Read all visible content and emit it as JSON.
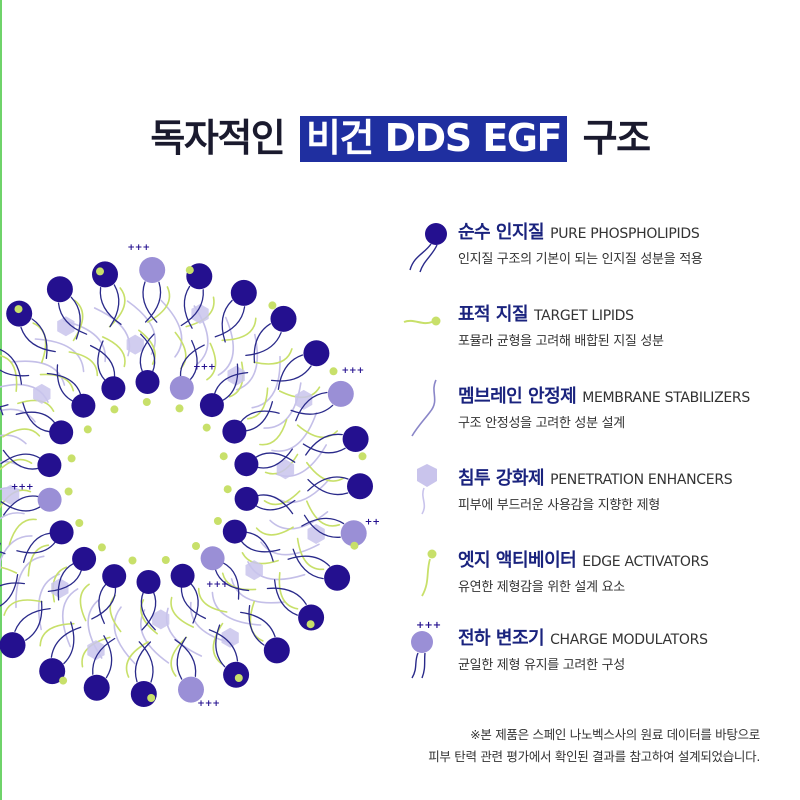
{
  "title": {
    "part1": "독자적인",
    "highlight": "비건 DDS EGF",
    "part2": "구조"
  },
  "colors": {
    "dark_purple": "#24108f",
    "light_purple": "#9a8fd6",
    "lavender": "#c9c4ec",
    "yellow_green": "#c8e06a",
    "title_dark": "#1a1a2e",
    "highlight_bg": "#1f2fa0"
  },
  "legend": [
    {
      "icon": "pure-phospholipid-icon",
      "name_ko": "순수 인지질",
      "name_en": "PURE PHOSPHOLIPIDS",
      "desc": "인지질 구조의 기본이 되는 인지질 성분을 적용"
    },
    {
      "icon": "target-lipid-icon",
      "name_ko": "표적 지질",
      "name_en": "TARGET LIPIDS",
      "desc": "포뮬라 균형을 고려해 배합된 지질 성분"
    },
    {
      "icon": "membrane-stabilizer-icon",
      "name_ko": "멤브레인 안정제",
      "name_en": "MEMBRANE STABILIZERS",
      "desc": "구조 안정성을 고려한 성분 설계"
    },
    {
      "icon": "penetration-enhancer-icon",
      "name_ko": "침투 강화제",
      "name_en": "PENETRATION ENHANCERS",
      "desc": "피부에 부드러운 사용감을 지향한 제형"
    },
    {
      "icon": "edge-activator-icon",
      "name_ko": "엣지 액티베이터",
      "name_en": "EDGE ACTIVATORS",
      "desc": "유연한 제형감을 위한 설계 요소"
    },
    {
      "icon": "charge-modulator-icon",
      "name_ko": "전하 변조기",
      "name_en": "CHARGE MODULATORS",
      "desc": "균일한 제형 유지를 고려한 구성"
    }
  ],
  "charge_symbol": "+++",
  "note": {
    "line1": "※본 제품은 스페인 나노벡스사의 원료 데이터를 바탕으로",
    "line2": "피부 탄력 관련 평가에서 확인된 결과를 참고하여 설계되었습니다."
  }
}
